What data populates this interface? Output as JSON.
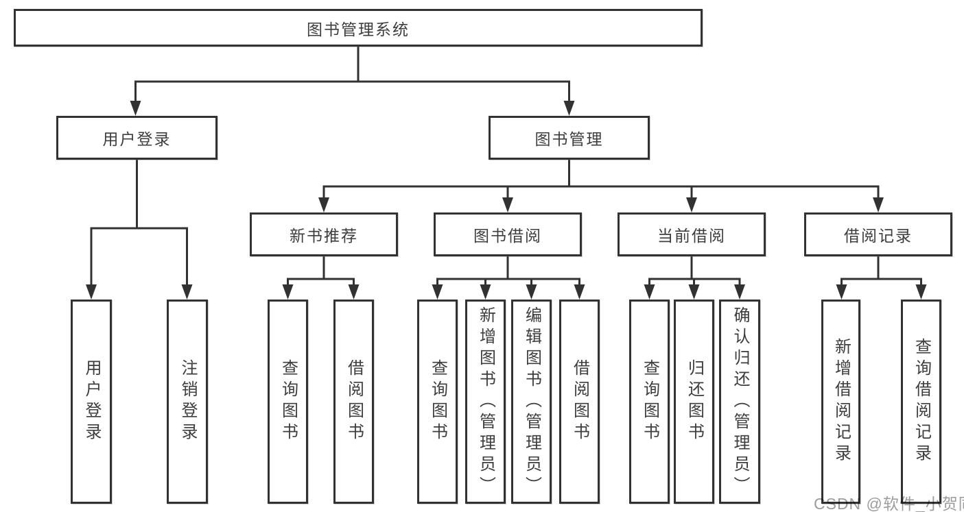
{
  "diagram": {
    "root": {
      "label": "图书管理系统"
    },
    "level2": [
      {
        "label": "用户登录"
      },
      {
        "label": "图书管理"
      }
    ],
    "level3": [
      {
        "label": "新书推荐"
      },
      {
        "label": "图书借阅"
      },
      {
        "label": "当前借阅"
      },
      {
        "label": "借阅记录"
      }
    ],
    "groups": [
      {
        "parent": "用户登录",
        "children": [
          "用户登录",
          "注销登录"
        ]
      },
      {
        "parent": "新书推荐",
        "children": [
          "查询图书",
          "借阅图书"
        ]
      },
      {
        "parent": "图书借阅",
        "children": [
          "查询图书",
          "新增图书（管理员）",
          "编辑图书（管理员）",
          "借阅图书"
        ]
      },
      {
        "parent": "当前借阅",
        "children": [
          "查询图书",
          "归还图书",
          "确认归还（管理员）"
        ]
      },
      {
        "parent": "借阅记录",
        "children": [
          "新增借阅记录",
          "查询借阅记录"
        ]
      }
    ]
  },
  "watermark": {
    "text": "CSDN @软件_小贺同学"
  },
  "colors": {
    "line": "#323232",
    "box_border": "#323232",
    "text": "#3d3d3d",
    "watermark": "#9c9c9c"
  }
}
